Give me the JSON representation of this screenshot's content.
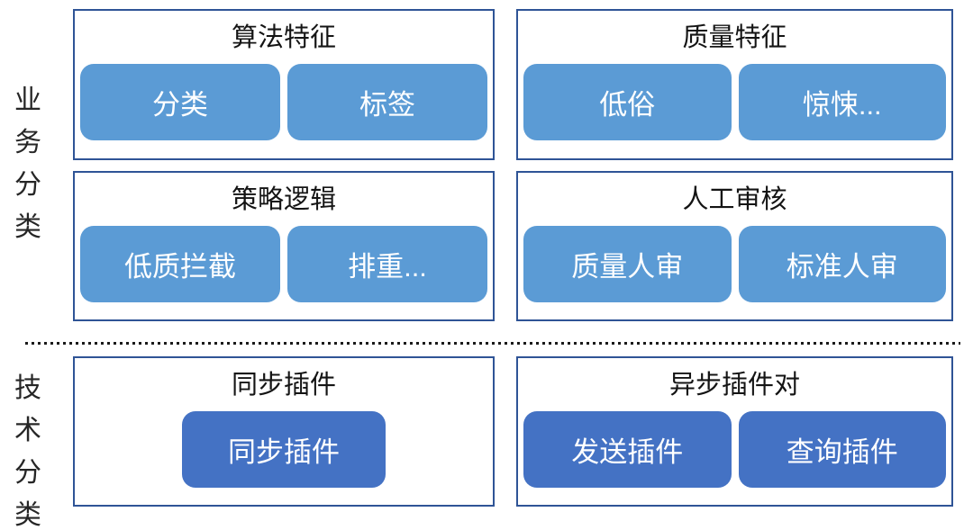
{
  "diagram": {
    "side_labels": {
      "business": "业务分类",
      "technical": "技术分类"
    },
    "groups": [
      {
        "title": "算法特征",
        "buttons": [
          {
            "label": "分类"
          },
          {
            "label": "标签"
          }
        ]
      },
      {
        "title": "质量特征",
        "buttons": [
          {
            "label": "低俗"
          },
          {
            "label": "惊悚..."
          }
        ]
      },
      {
        "title": "策略逻辑",
        "buttons": [
          {
            "label": "低质拦截"
          },
          {
            "label": "排重..."
          }
        ]
      },
      {
        "title": "人工审核",
        "buttons": [
          {
            "label": "质量人审"
          },
          {
            "label": "标准人审"
          }
        ]
      },
      {
        "title": "同步插件",
        "buttons": [
          {
            "label": "同步插件"
          }
        ]
      },
      {
        "title": "异步插件对",
        "buttons": [
          {
            "label": "发送插件"
          },
          {
            "label": "查询插件"
          }
        ]
      }
    ],
    "colors": {
      "light_button": "#5B9BD5",
      "dark_button": "#4472C4",
      "box_border": "#2F5496",
      "divider": "#1A1A1A",
      "button_text": "#FFFFFF",
      "title_text": "#141414"
    }
  }
}
